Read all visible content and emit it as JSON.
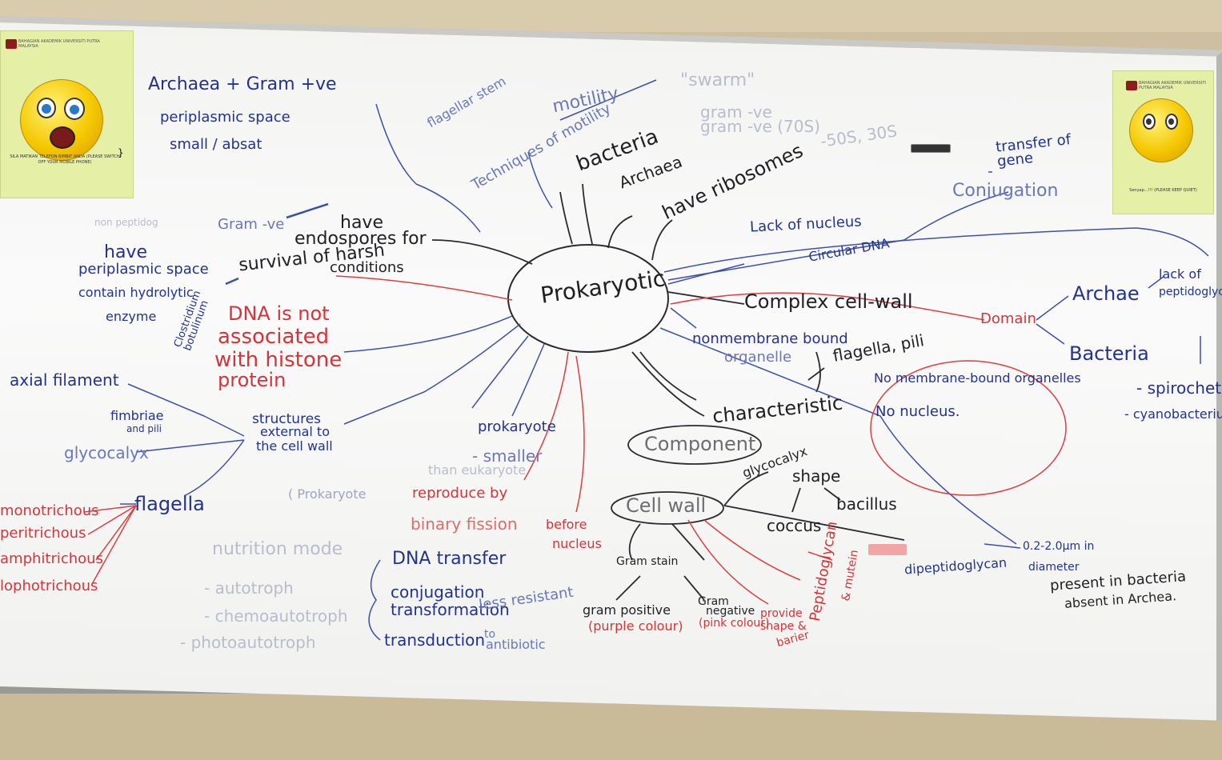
{
  "center": "Prokaryotic",
  "left_poster": {
    "header": "BAHAGIAN AKADEMIK UNIVERSITI PUTRA MALAYSIA",
    "caption": "SILA MATIKAN TELEFON BIMBIT ANDA (PLEASE SWITCH OFF YOUR MOBILE PHONE)"
  },
  "right_poster": {
    "header": "BAHAGIAN AKADEMIK UNIVERSITI PUTRA MALAYSIA",
    "caption": "Senyap...!!! (PLEASE KEEP QUIET)"
  },
  "topleft": {
    "line1": "Archaea + Gram +ve",
    "line2": "periplasmic space",
    "line3": "small / absat"
  },
  "flagellar": "flagellar stem",
  "techniques": "Techniques of motility",
  "motility": "motility",
  "swarm": "\"swarm\"",
  "gram_minus": "gram -ve",
  "gram_minus_70s": "gram -ve (70S)",
  "s50_30": "-50S, 30S",
  "bacteria_top": "bacteria",
  "archaea_top": "Archaea",
  "have_ribosomes": "have ribosomes",
  "transfer_gene": "transfer of gene",
  "conjugation_right": "Conjugation",
  "gram_ve_left": "Gram -ve",
  "non_peptido": "non peptidog",
  "have_periplasmic": {
    "l1": "have",
    "l2": "periplasmic space",
    "l3": "contain hydrolytic",
    "l4": "enzyme"
  },
  "endospores": {
    "l1": "have",
    "l2": "endospores for",
    "l3": "survival of harsh",
    "l4": "conditions"
  },
  "clostridium": "Clostridium botulinum",
  "dna_histone": {
    "l1": "DNA is not",
    "l2": "associated",
    "l3": "with histone",
    "l4": "protein"
  },
  "lack_nucleus": "Lack of nucleus",
  "circular_dna": "Circular DNA",
  "complex_wall": "Complex cell-wall",
  "nonmembrane": {
    "l1": "nonmembrane bound",
    "l2": "organelle"
  },
  "domain": "Domain",
  "archae": "Archae",
  "bacteria_right": "Bacteria",
  "lack_peptido": {
    "l1": "lack of",
    "l2": "peptidoglycan"
  },
  "spirochetes": "- spirochetes",
  "cyanobacterium": "- cyanobacterium",
  "flagella_spili": "flagella, pili",
  "no_membrane": "No membrane-bound organelles",
  "no_nucleus": "No nucleus.",
  "characteristic": "characteristic",
  "component": "Component",
  "axial": "axial filament",
  "fimbriae": {
    "l1": "fimbriae",
    "l2": "and pili"
  },
  "glycocalyx_left": "glycocalyx",
  "structures": {
    "l1": "structures",
    "l2": "external to",
    "l3": "the cell wall"
  },
  "flagella_left": "flagella",
  "flag_types": [
    "monotrichous",
    "peritrichous",
    "amphitrichous",
    "lophotrichous"
  ],
  "prokaryote_smaller": {
    "l1": "prokaryote",
    "l2": "- smaller",
    "l3": "than eukaryote"
  },
  "prokaryote_faint": "( Prokaryote",
  "reproduce": {
    "l1": "reproduce by",
    "l2": "binary fission"
  },
  "before_nucleus": {
    "l1": "before",
    "l2": "nucleus"
  },
  "nutrition": {
    "l1": "nutrition mode",
    "l2": "- autotroph",
    "l3": "- chemoautotroph",
    "l4": "- photoautotroph"
  },
  "dna_transfer": {
    "title": "DNA transfer",
    "items": [
      "conjugation",
      "transformation",
      "transduction"
    ]
  },
  "less_resistant": {
    "l1": "less resistant",
    "l2": "to",
    "l3": "antibiotic"
  },
  "glycocalyx_right": "glycocalyx",
  "shape": "shape",
  "cell_wall": "Cell wall",
  "bacillus": "bacillus",
  "coccus": "coccus",
  "gram_stain": "Gram stain",
  "gram_positive": {
    "l1": "gram positive",
    "l2": "(purple colour)"
  },
  "gram_negative": {
    "l1": "Gram",
    "l2": "negative",
    "l3": "(pink colour)"
  },
  "provide": {
    "l1": "provide",
    "l2": "shape &",
    "l3": "barier"
  },
  "peptidoglycan": "Peptidoglycan",
  "mutein": "& mutein",
  "dipeptidoglycan": "dipeptidoglycan",
  "diameter": {
    "l1": "0.2-2.0µm in",
    "l2": "diameter"
  },
  "present": {
    "l1": "present in bacteria",
    "l2": "absent in Archea."
  }
}
